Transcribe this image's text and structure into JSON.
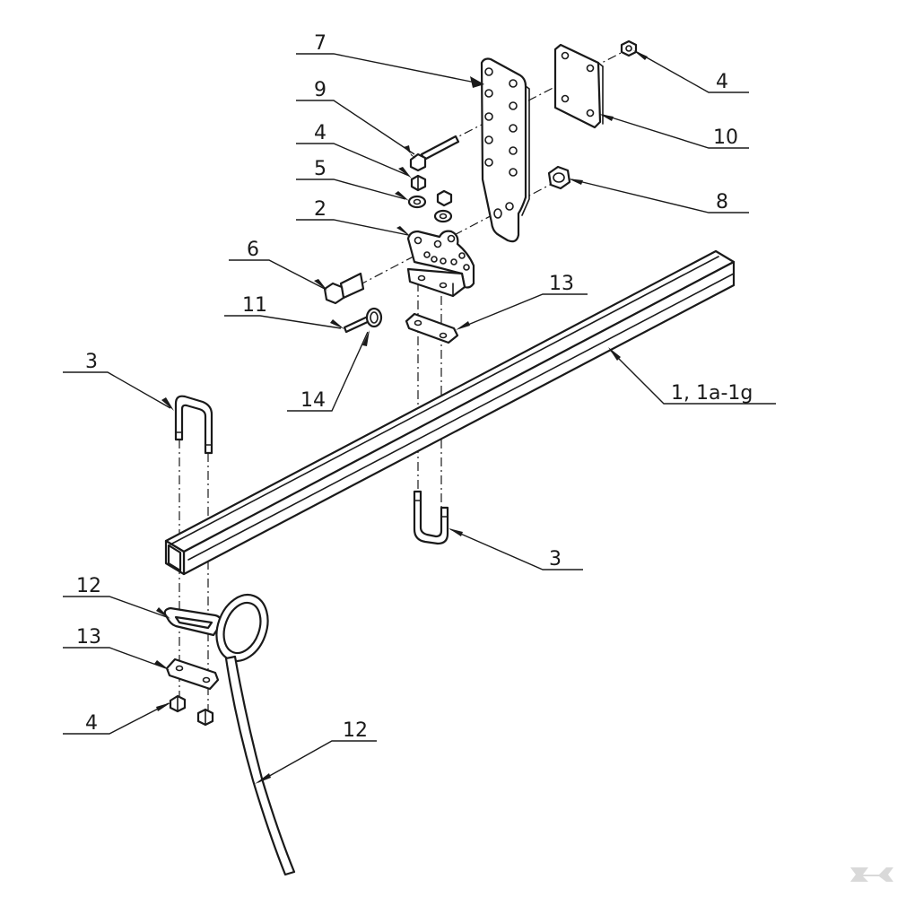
{
  "labels": {
    "l7": "7",
    "l9": "9",
    "l4a": "4",
    "l5": "5",
    "l2": "2",
    "l6": "6",
    "l11": "11",
    "l14": "14",
    "l3a": "3",
    "l12a": "12",
    "l13a": "13",
    "l4c": "4",
    "l12b": "12",
    "l4b": "4",
    "l10": "10",
    "l8": "8",
    "l13b": "13",
    "l1": "1, 1a-1g",
    "l3b": "3"
  },
  "icons": {
    "corner_logo": "k-logo-icon"
  },
  "colors": {
    "line": "#1a1a1a",
    "background": "#ffffff",
    "logo": "#d9d9d9"
  }
}
